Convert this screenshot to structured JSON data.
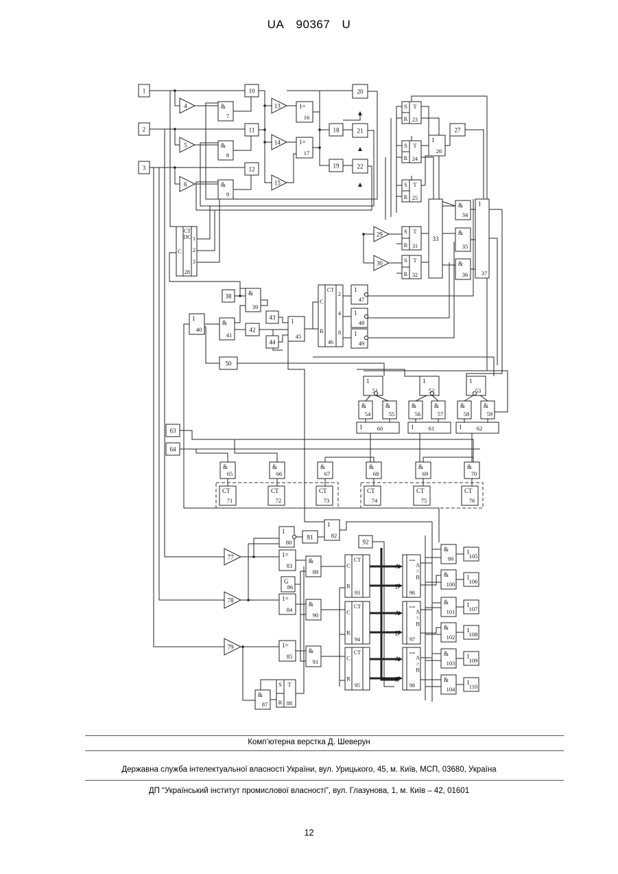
{
  "header": {
    "country": "UA",
    "number": "90367",
    "kind": "U"
  },
  "footer": {
    "layout": "Комп’ютерна верстка Д. Шеверун",
    "agency": "Державна служба інтелектуальної власності України, вул. Урицького, 45, м. Київ, МСП, 03680, Україна",
    "institute": "ДП “Український інститут промислової власності”, вул. Глазунова, 1, м. Київ – 42, 01601"
  },
  "page_number": "12",
  "diagram": {
    "blocks": [
      {
        "id": "1",
        "kind": "box"
      },
      {
        "id": "2",
        "kind": "box"
      },
      {
        "id": "3",
        "kind": "box"
      },
      {
        "id": "4",
        "kind": "amp"
      },
      {
        "id": "5",
        "kind": "amp"
      },
      {
        "id": "6",
        "kind": "amp"
      },
      {
        "id": "7",
        "kind": "gate",
        "sym": "&"
      },
      {
        "id": "8",
        "kind": "gate",
        "sym": "&"
      },
      {
        "id": "9",
        "kind": "gate",
        "sym": "&"
      },
      {
        "id": "10",
        "kind": "box"
      },
      {
        "id": "11",
        "kind": "box"
      },
      {
        "id": "12",
        "kind": "box"
      },
      {
        "id": "13",
        "kind": "amp"
      },
      {
        "id": "14",
        "kind": "amp"
      },
      {
        "id": "15",
        "kind": "amp"
      },
      {
        "id": "16",
        "kind": "gate",
        "sym": "1="
      },
      {
        "id": "17",
        "kind": "gate",
        "sym": "1="
      },
      {
        "id": "18",
        "kind": "box"
      },
      {
        "id": "19",
        "kind": "box"
      },
      {
        "id": "20",
        "kind": "box"
      },
      {
        "id": "21",
        "kind": "box"
      },
      {
        "id": "22",
        "kind": "box"
      },
      {
        "id": "23",
        "kind": "trigger",
        "s": "S",
        "r": "R",
        "t": "T"
      },
      {
        "id": "24",
        "kind": "trigger",
        "s": "S",
        "r": "R",
        "t": "T"
      },
      {
        "id": "25",
        "kind": "trigger",
        "s": "S",
        "r": "R",
        "t": "T"
      },
      {
        "id": "26",
        "kind": "gate",
        "sym": "1"
      },
      {
        "id": "27",
        "kind": "box"
      },
      {
        "id": "28",
        "kind": "decoder",
        "ct": "CT",
        "dc": "DC",
        "c": "C",
        "outs": [
          "1",
          "2",
          "3"
        ]
      },
      {
        "id": "29",
        "kind": "amp"
      },
      {
        "id": "30",
        "kind": "amp"
      },
      {
        "id": "31",
        "kind": "trigger",
        "s": "S",
        "r": "R",
        "t": "T"
      },
      {
        "id": "32",
        "kind": "trigger",
        "s": "S",
        "r": "R",
        "t": "T"
      },
      {
        "id": "33",
        "kind": "box"
      },
      {
        "id": "34",
        "kind": "gate",
        "sym": "&"
      },
      {
        "id": "35",
        "kind": "gate",
        "sym": "&"
      },
      {
        "id": "36",
        "kind": "gate",
        "sym": "&"
      },
      {
        "id": "37",
        "kind": "gate",
        "sym": "1"
      },
      {
        "id": "38",
        "kind": "box"
      },
      {
        "id": "39",
        "kind": "gate",
        "sym": "&"
      },
      {
        "id": "40",
        "kind": "gate",
        "sym": "1"
      },
      {
        "id": "41",
        "kind": "gate",
        "sym": "&"
      },
      {
        "id": "42",
        "kind": "box"
      },
      {
        "id": "43",
        "kind": "box"
      },
      {
        "id": "44",
        "kind": "box"
      },
      {
        "id": "45",
        "kind": "gate",
        "sym": "1"
      },
      {
        "id": "46",
        "kind": "counter",
        "ct": "CT",
        "c": "C",
        "r": "R",
        "outs": [
          "2",
          "4",
          "8"
        ]
      },
      {
        "id": "47",
        "kind": "gate",
        "sym": "1"
      },
      {
        "id": "48",
        "kind": "gate",
        "sym": "1"
      },
      {
        "id": "49",
        "kind": "gate",
        "sym": "1"
      },
      {
        "id": "50",
        "kind": "box"
      },
      {
        "id": "51",
        "kind": "gate",
        "sym": "1"
      },
      {
        "id": "52",
        "kind": "gate",
        "sym": "1"
      },
      {
        "id": "53",
        "kind": "gate",
        "sym": "1"
      },
      {
        "id": "54",
        "kind": "gate",
        "sym": "&"
      },
      {
        "id": "55",
        "kind": "gate",
        "sym": "&"
      },
      {
        "id": "56",
        "kind": "gate",
        "sym": "&"
      },
      {
        "id": "57",
        "kind": "gate",
        "sym": "&"
      },
      {
        "id": "58",
        "kind": "gate",
        "sym": "&"
      },
      {
        "id": "59",
        "kind": "gate",
        "sym": "&"
      },
      {
        "id": "60",
        "kind": "gate",
        "sym": "1"
      },
      {
        "id": "61",
        "kind": "gate",
        "sym": "1"
      },
      {
        "id": "62",
        "kind": "gate",
        "sym": "1"
      },
      {
        "id": "63",
        "kind": "box"
      },
      {
        "id": "64",
        "kind": "box"
      },
      {
        "id": "65",
        "kind": "gate",
        "sym": "&"
      },
      {
        "id": "66",
        "kind": "gate",
        "sym": "&"
      },
      {
        "id": "67",
        "kind": "gate",
        "sym": "&"
      },
      {
        "id": "68",
        "kind": "gate",
        "sym": "&"
      },
      {
        "id": "69",
        "kind": "gate",
        "sym": "&"
      },
      {
        "id": "70",
        "kind": "gate",
        "sym": "&"
      },
      {
        "id": "71",
        "kind": "gate",
        "sym": "CT"
      },
      {
        "id": "72",
        "kind": "gate",
        "sym": "CT"
      },
      {
        "id": "73",
        "kind": "gate",
        "sym": "CT"
      },
      {
        "id": "74",
        "kind": "gate",
        "sym": "CT"
      },
      {
        "id": "75",
        "kind": "gate",
        "sym": "CT"
      },
      {
        "id": "76",
        "kind": "gate",
        "sym": "CT"
      },
      {
        "id": "77",
        "kind": "amp"
      },
      {
        "id": "78",
        "kind": "amp"
      },
      {
        "id": "79",
        "kind": "amp"
      },
      {
        "id": "80",
        "kind": "gate",
        "sym": "1"
      },
      {
        "id": "81",
        "kind": "box"
      },
      {
        "id": "82",
        "kind": "gate",
        "sym": "1"
      },
      {
        "id": "83",
        "kind": "gate",
        "sym": "1="
      },
      {
        "id": "84",
        "kind": "gate",
        "sym": "1="
      },
      {
        "id": "85",
        "kind": "gate",
        "sym": "1="
      },
      {
        "id": "86",
        "kind": "gate",
        "sym": "G"
      },
      {
        "id": "87",
        "kind": "gate",
        "sym": "&"
      },
      {
        "id": "88",
        "kind": "trigger",
        "s": "S",
        "r": "R",
        "t": "T"
      },
      {
        "id": "89",
        "kind": "gate",
        "sym": "&"
      },
      {
        "id": "90",
        "kind": "gate",
        "sym": "&"
      },
      {
        "id": "91",
        "kind": "gate",
        "sym": "&"
      },
      {
        "id": "92",
        "kind": "box"
      },
      {
        "id": "93",
        "kind": "counter",
        "ct": "CT",
        "c": "C",
        "r": "R",
        "outs": []
      },
      {
        "id": "94",
        "kind": "counter",
        "ct": "CT",
        "c": "C",
        "r": "R",
        "outs": []
      },
      {
        "id": "95",
        "kind": "counter",
        "ct": "CT",
        "c": "C",
        "r": "R",
        "outs": []
      },
      {
        "id": "96",
        "kind": "comparator",
        "a": "A",
        "b": "B",
        "eq": "==",
        "gt": "A>B"
      },
      {
        "id": "97",
        "kind": "comparator",
        "a": "A",
        "b": "B",
        "eq": "==",
        "gt": "A>B"
      },
      {
        "id": "98",
        "kind": "comparator",
        "a": "A",
        "b": "B",
        "eq": "==",
        "gt": "A>B"
      },
      {
        "id": "99",
        "kind": "gate",
        "sym": "&"
      },
      {
        "id": "100",
        "kind": "gate",
        "sym": "&"
      },
      {
        "id": "101",
        "kind": "gate",
        "sym": "&"
      },
      {
        "id": "102",
        "kind": "gate",
        "sym": "&"
      },
      {
        "id": "103",
        "kind": "gate",
        "sym": "&"
      },
      {
        "id": "104",
        "kind": "gate",
        "sym": "&"
      },
      {
        "id": "105",
        "kind": "gate",
        "sym": "1"
      },
      {
        "id": "106",
        "kind": "gate",
        "sym": "1"
      },
      {
        "id": "107",
        "kind": "gate",
        "sym": "1"
      },
      {
        "id": "108",
        "kind": "gate",
        "sym": "1"
      },
      {
        "id": "109",
        "kind": "gate",
        "sym": "1"
      },
      {
        "id": "110",
        "kind": "gate",
        "sym": "1"
      }
    ]
  }
}
